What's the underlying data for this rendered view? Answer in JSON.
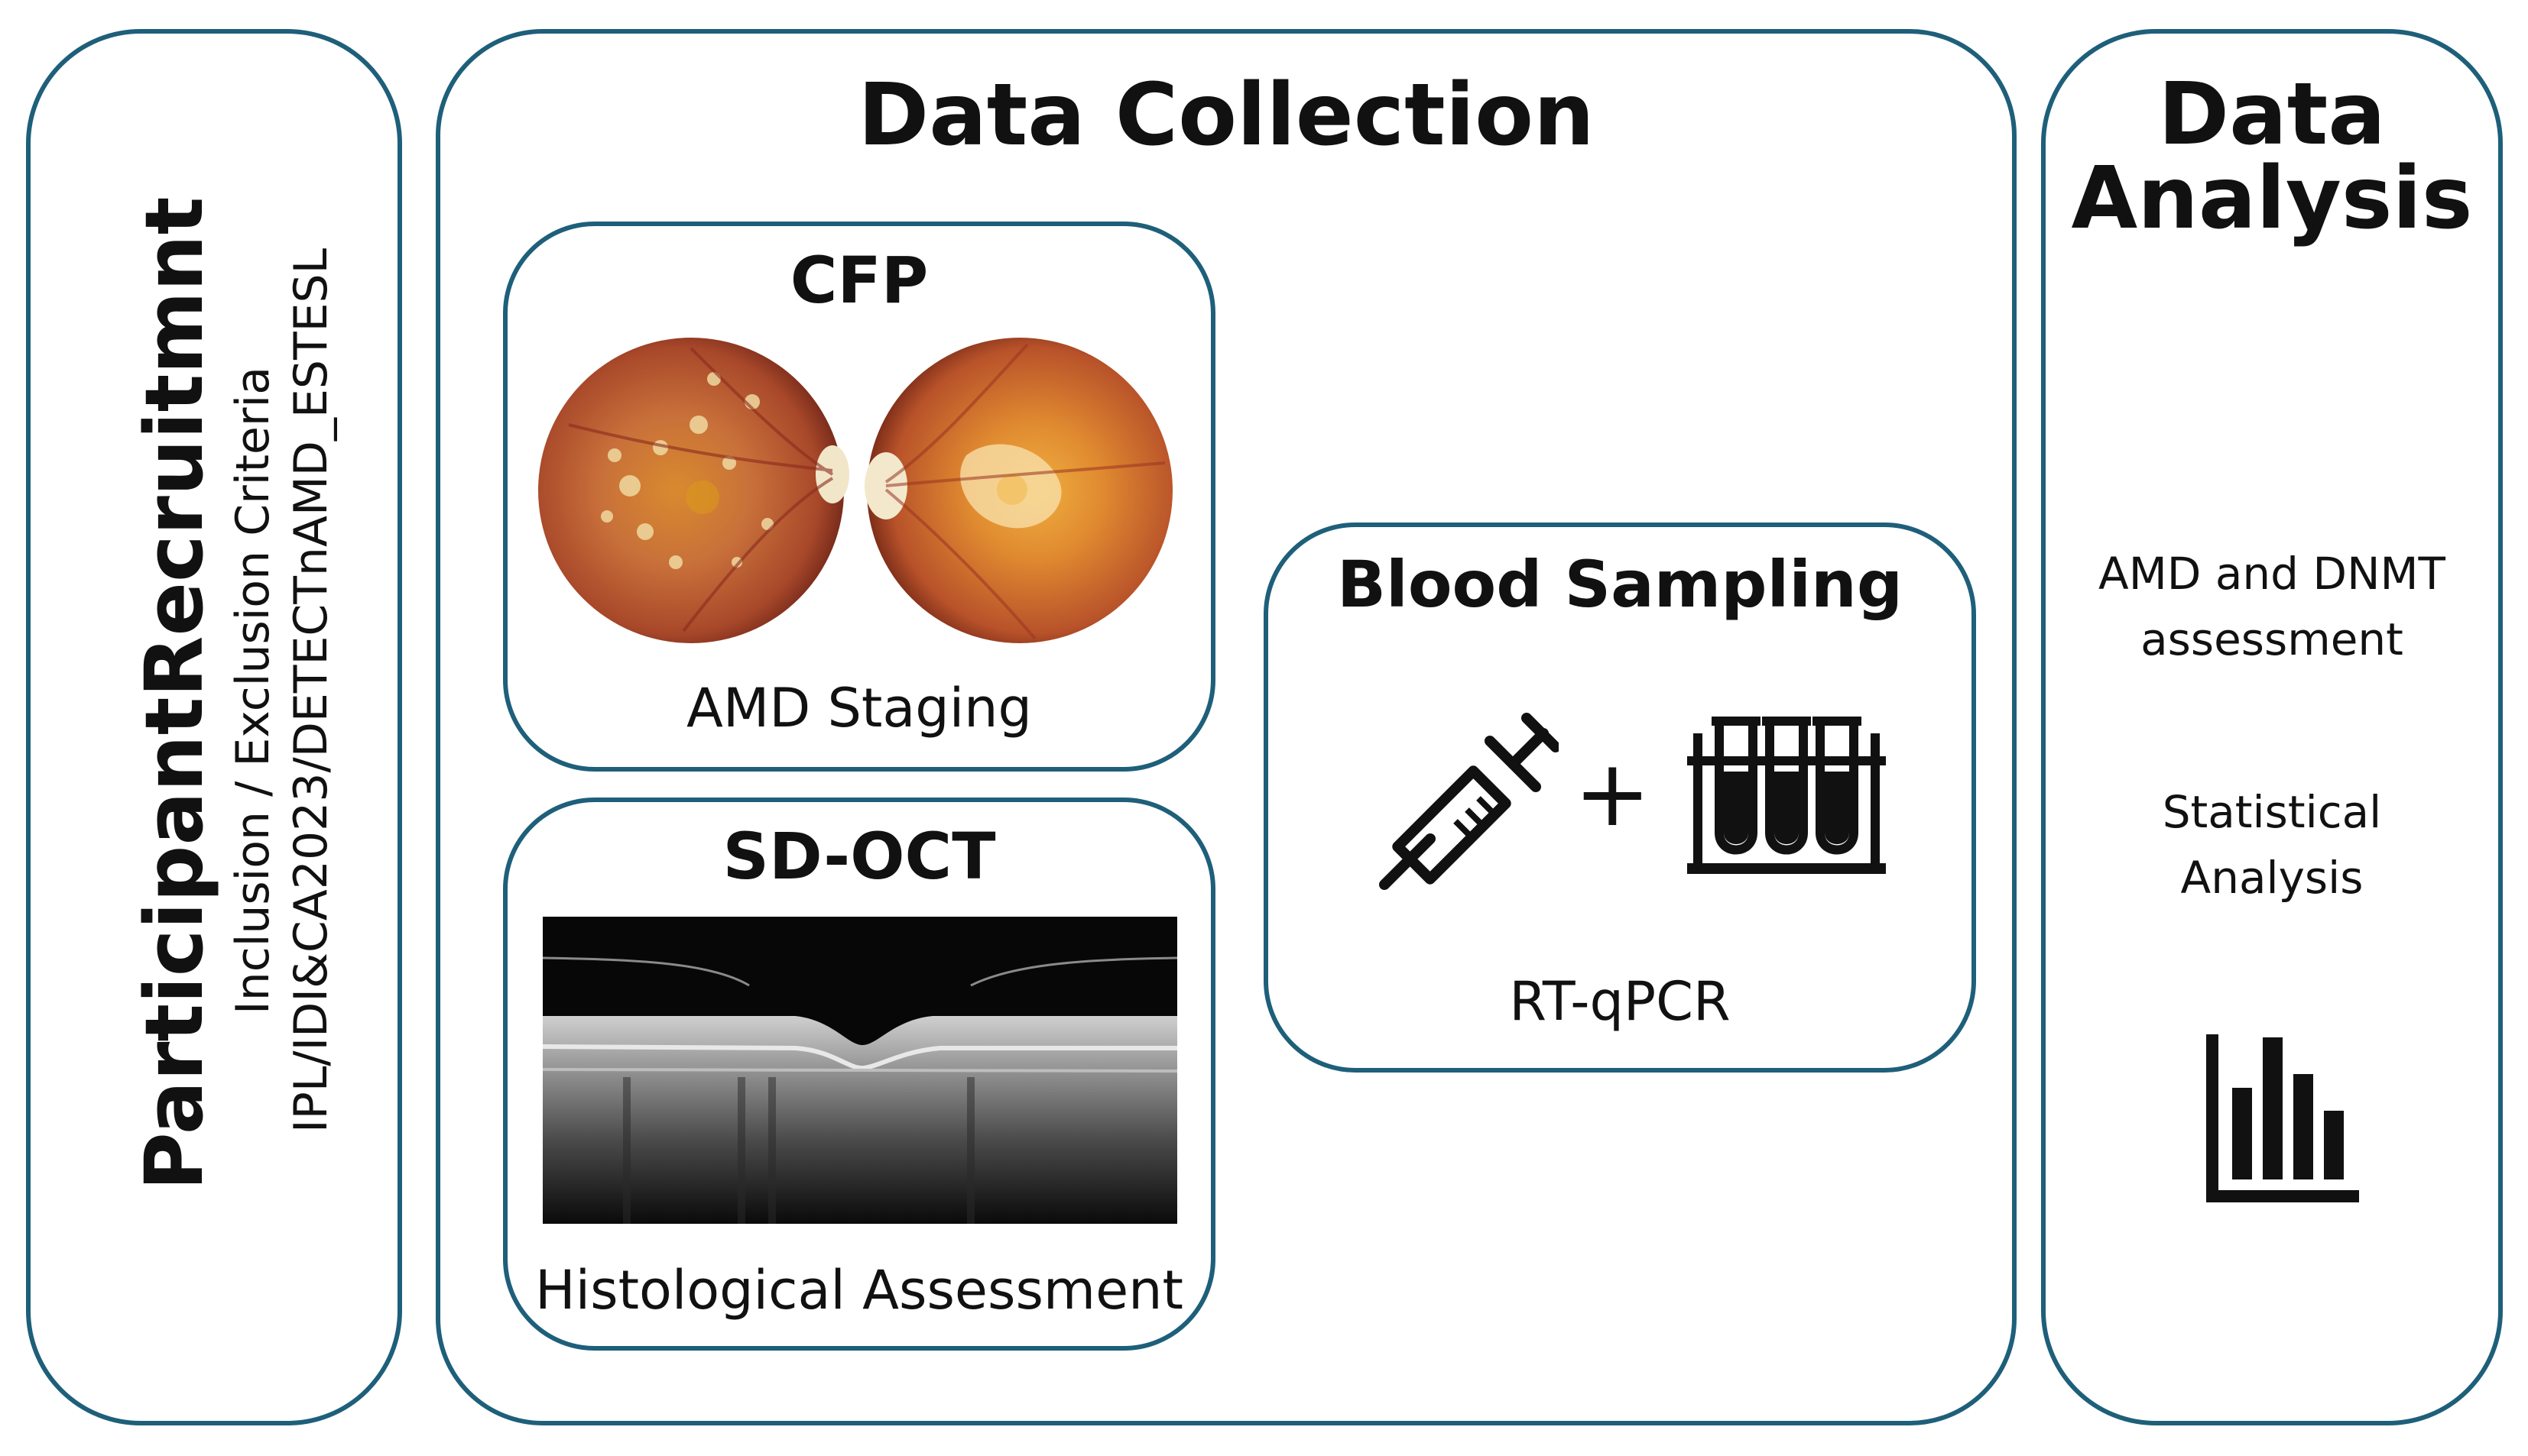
{
  "recruitment": {
    "title": "ParticipantRecruitmnt",
    "criteria": "Inclusion / Exclusion Criteria",
    "protocol": "IPL/IDI&CA2023/DETECTnAMD_ESTESL"
  },
  "collection": {
    "title": "Data Collection",
    "cfp": {
      "title": "CFP",
      "caption": "AMD Staging"
    },
    "oct": {
      "title": "SD-OCT",
      "caption": "Histological Assessment"
    },
    "blood": {
      "title": "Blood Sampling",
      "plus": "+",
      "caption": "RT-qPCR"
    },
    "icons": [
      "fundus-photo-icon",
      "oct-scan-icon",
      "syringe-icon",
      "test-tubes-icon"
    ]
  },
  "analysis": {
    "title_line1": "Data",
    "title_line2": "Analysis",
    "item1_line1": "AMD and DNMT",
    "item1_line2": "assessment",
    "item2_line1": "Statistical",
    "item2_line2": "Analysis",
    "icons": [
      "bar-chart-icon"
    ]
  },
  "colors": {
    "border": "#1e5f7a"
  }
}
